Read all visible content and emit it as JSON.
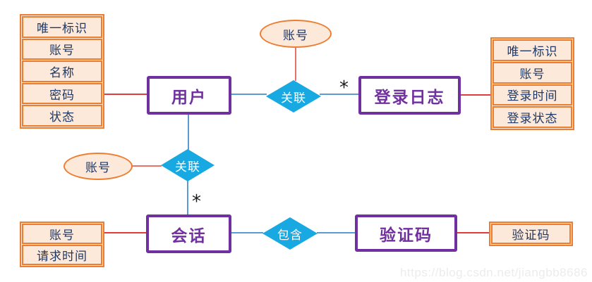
{
  "colors": {
    "entity_border": "#7030A0",
    "entity_text": "#7030A0",
    "attribute_border": "#ED7D31",
    "attribute_fill": "#FCE9DA",
    "attribute_text": "#1F3864",
    "relationship_fill": "#18A9E2",
    "relationship_text": "#FFFFFF",
    "line_red": "#E03C3C",
    "line_blue": "#5B9BD5",
    "line_salmon": "#E57368",
    "watermark_text": "#ECECEC"
  },
  "entities": {
    "user": "用户",
    "login_log": "登录日志",
    "session": "会话",
    "captcha": "验证码"
  },
  "attribute_tables": {
    "user": {
      "rows": [
        "唯一标识",
        "账号",
        "名称",
        "密码",
        "状态"
      ]
    },
    "login_log": {
      "rows": [
        "唯一标识",
        "账号",
        "登录时间",
        "登录状态"
      ]
    },
    "session": {
      "rows": [
        "账号",
        "请求时间"
      ]
    },
    "captcha": {
      "rows": [
        "验证码"
      ]
    }
  },
  "attribute_ellipses": {
    "user_account": "账号",
    "session_account": "账号"
  },
  "relationships": {
    "user_login_log": "关联",
    "user_session": "关联",
    "session_captcha": "包含"
  },
  "cardinalities": {
    "login_log_many": "*",
    "session_many": "*"
  },
  "watermark": "https://blog.csdn.net/jiangbb8686"
}
